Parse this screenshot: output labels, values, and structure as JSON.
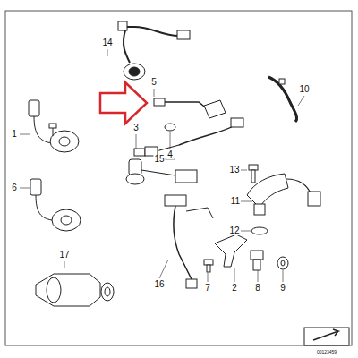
{
  "diagram": {
    "labels": [
      "14",
      "5",
      "10",
      "1",
      "3",
      "4",
      "15",
      "13",
      "11",
      "6",
      "12",
      "17",
      "16",
      "7",
      "2",
      "8",
      "9",
      "00123459"
    ]
  }
}
